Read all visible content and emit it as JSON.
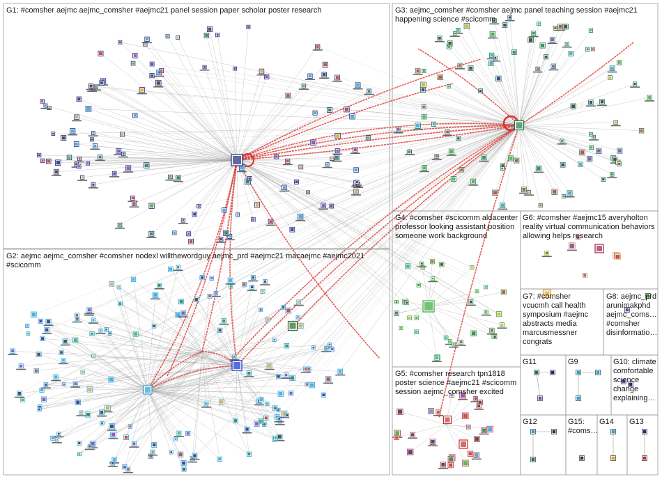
{
  "groups": [
    {
      "id": "G1",
      "label": "G1: #comsher aejmc aejmc_comsher #aejmc21 panel session paper scholar poster research",
      "color": "#1f2a78"
    },
    {
      "id": "G2",
      "label": "G2: aejmc aejmc_comsher #comsher nodexl willthewordguy aejmc_prd #aejmc21 macaejmc #aejmc2021 #scicomm",
      "color": "#2aa0d8"
    },
    {
      "id": "G3",
      "label": "G3: aejmc_comsher #comsher aejmc panel teaching session #aejmc21 happening science #scicomm",
      "color": "#1f7a4a"
    },
    {
      "id": "G4",
      "label": "G4: #comsher #scicomm aldacenter professor looking assistant position someone work background",
      "color": "#3ba83b"
    },
    {
      "id": "G5",
      "label": "G5: #comsher research tpn1818 poster science #aejmc21 #scicomm session aejmc_comsher excited",
      "color": "#c03030"
    },
    {
      "id": "G6",
      "label": "G6: #comsher #aejmc15 averyholton reality virtual communication behaviors allowing helps research",
      "color": "#e0a030"
    },
    {
      "id": "G7",
      "label": "G7: #comsher vcucmh call health symposium #aejmc abstracts media marcusmessner congrats",
      "color": "#e08a20"
    },
    {
      "id": "G8",
      "label": "G8: aejmc_prd arunimakphd aejmc_coms… #comsher disinformatio…",
      "color": "#b0c040"
    },
    {
      "id": "G9",
      "label": "G9",
      "color": "#c03090"
    },
    {
      "id": "G10",
      "label": "G10: climate comfortable science change explaining…",
      "color": "#7a3fb0"
    },
    {
      "id": "G11",
      "label": "G11",
      "color": "#7030c0"
    },
    {
      "id": "G12",
      "label": "G12",
      "color": "#208080"
    },
    {
      "id": "G13",
      "label": "G13",
      "color": "#202020"
    },
    {
      "id": "G14",
      "label": "G14",
      "color": "#2070a0"
    },
    {
      "id": "G15",
      "label": "G15: #coms…",
      "color": "#406020"
    }
  ],
  "colors": {
    "edge": "#9a9a9a",
    "reply_edge": "#e0302a",
    "panel_border": "#9a9a9a"
  }
}
